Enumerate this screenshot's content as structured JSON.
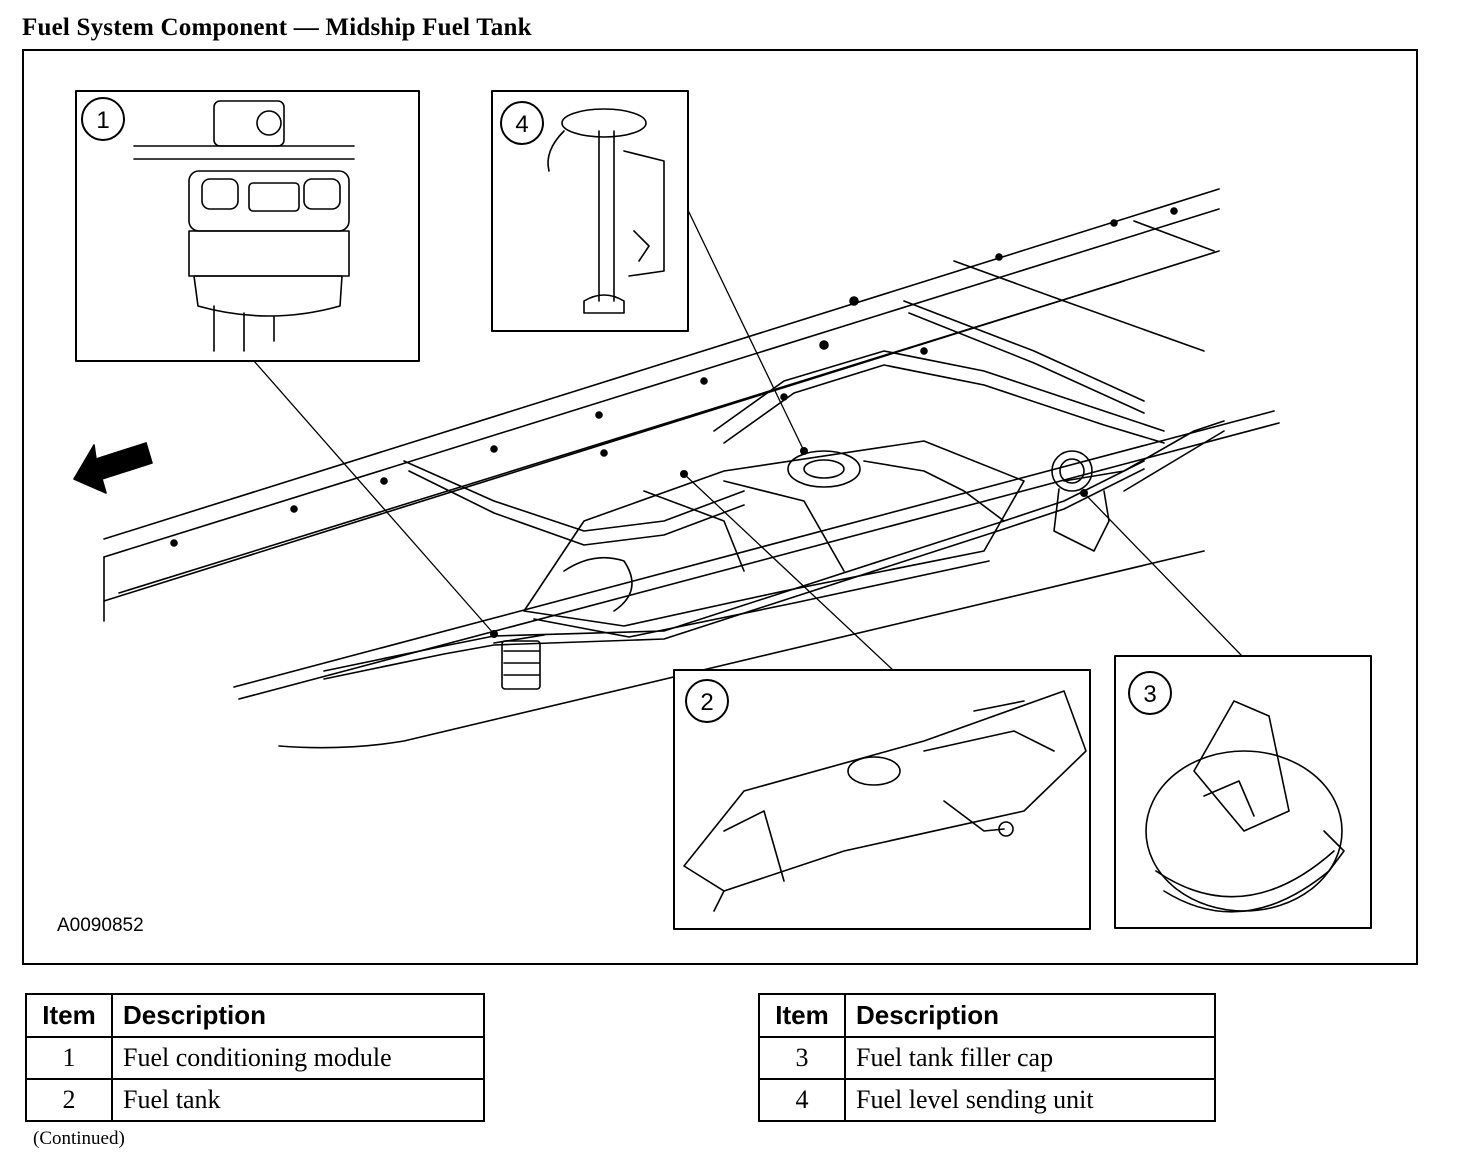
{
  "title": "Fuel System Component — Midship Fuel Tank",
  "figure": {
    "id": "A0090852",
    "callouts": [
      {
        "number": "1"
      },
      {
        "number": "2"
      },
      {
        "number": "3"
      },
      {
        "number": "4"
      }
    ]
  },
  "tables": [
    {
      "headers": {
        "item": "Item",
        "description": "Description"
      },
      "rows": [
        {
          "item": "1",
          "description": "Fuel conditioning module"
        },
        {
          "item": "2",
          "description": "Fuel tank"
        }
      ]
    },
    {
      "headers": {
        "item": "Item",
        "description": "Description"
      },
      "rows": [
        {
          "item": "3",
          "description": "Fuel tank filler cap"
        },
        {
          "item": "4",
          "description": "Fuel level sending unit"
        }
      ]
    }
  ],
  "footer": {
    "continued": "(Continued)"
  }
}
